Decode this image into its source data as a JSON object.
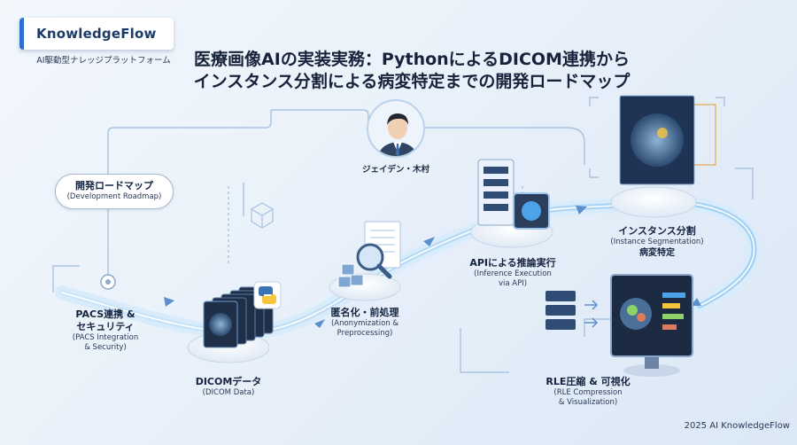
{
  "brand": {
    "name": "KnowledgeFlow",
    "tagline": "AI駆動型ナレッジプラットフォーム"
  },
  "title": {
    "line1": "医療画像AIの実装実務：PythonによるDICOM連携から",
    "line2": "インスタンス分割による病変特定までの開発ロードマップ"
  },
  "roadmap": {
    "jp": "開発ロードマップ",
    "en": "(Development Roadmap)"
  },
  "person": {
    "name": "ジェイデン・木村"
  },
  "steps": {
    "pacs": {
      "jp1": "PACS連携 &",
      "jp2": "セキュリティ",
      "en1": "(PACS Integration",
      "en2": "& Security)"
    },
    "dicom": {
      "jp": "DICOMデータ",
      "en": "(DICOM Data)"
    },
    "anon": {
      "jp": "匿名化・前処理",
      "en1": "(Anonymization &",
      "en2": "Preprocessing)"
    },
    "api": {
      "jp": "APIによる推論実行",
      "en1": "(Inference Execution",
      "en2": "via API)"
    },
    "seg": {
      "jp1": "インスタンス分割",
      "en1": "(Instance Segmentation)",
      "jp2": "病変特定"
    },
    "rle": {
      "jp": "RLE圧縮 & 可視化",
      "en1": "(RLE Compression",
      "en2": "& Visualization)"
    }
  },
  "copyright": "2025 AI KnowledgeFlow",
  "colors": {
    "accent": "#2f6fd0",
    "flow": "#8cc6f2",
    "ink": "#17233b"
  }
}
